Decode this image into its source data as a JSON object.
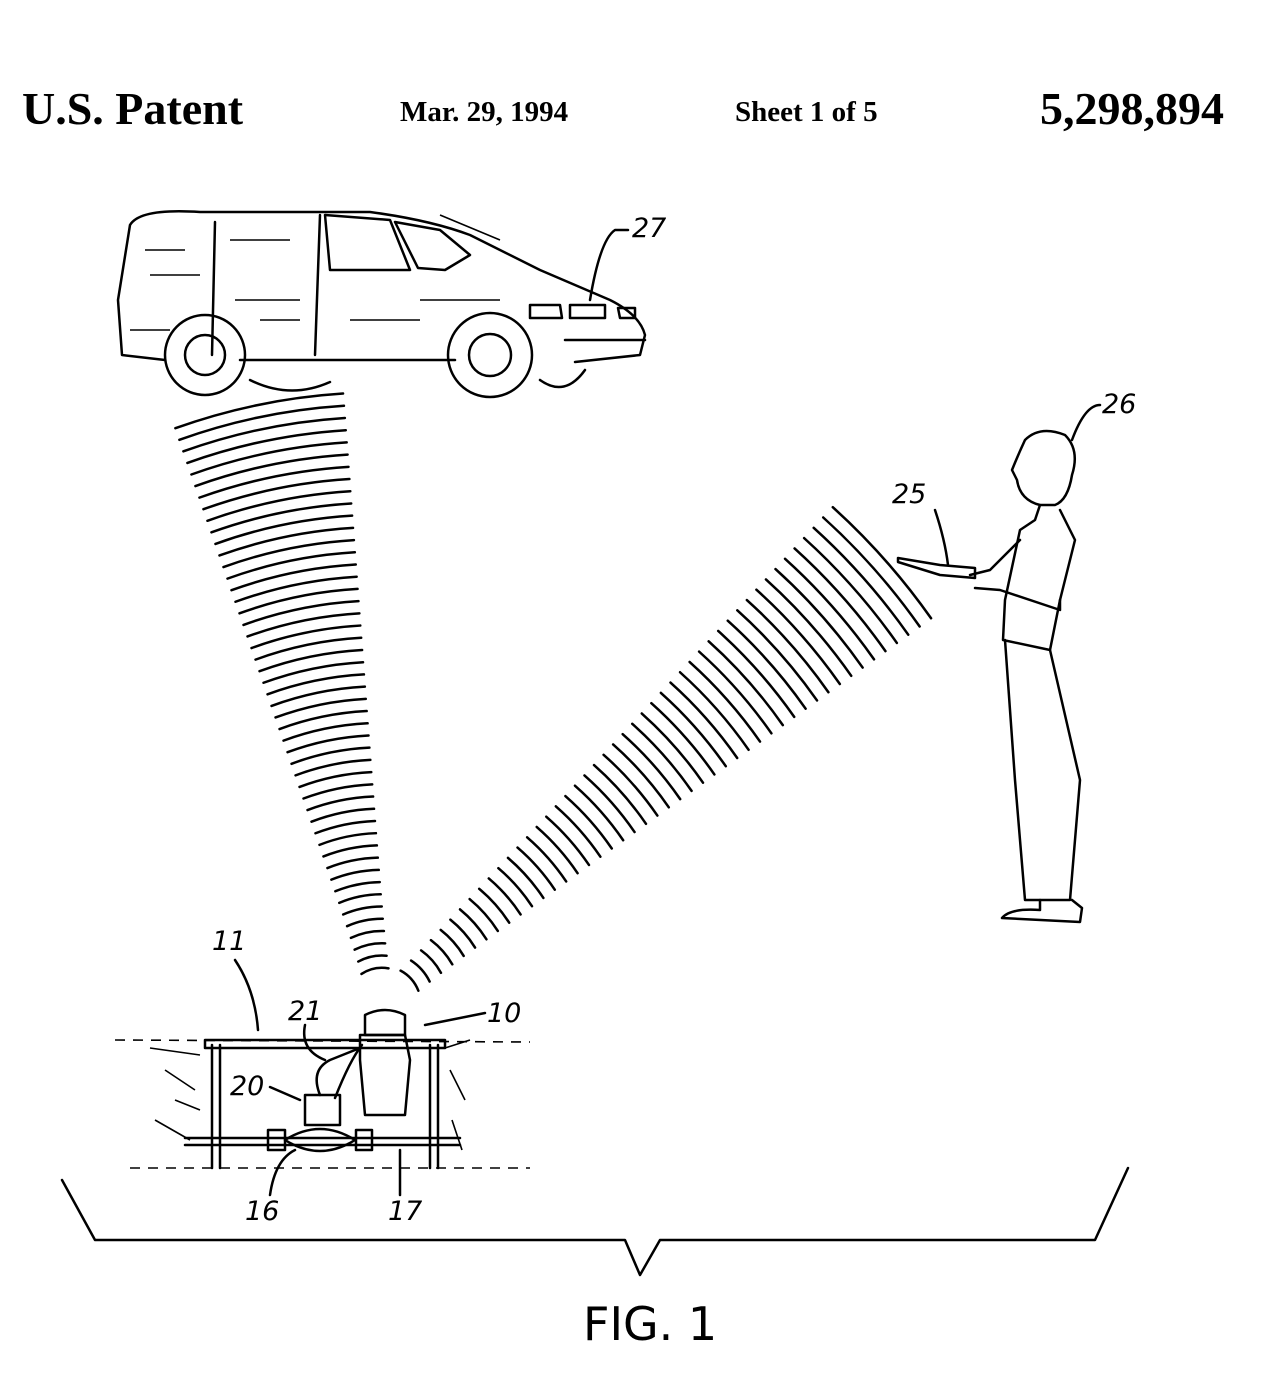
{
  "header": {
    "title": "U.S. Patent",
    "date": "Mar. 29, 1994",
    "sheet": "Sheet 1 of 5",
    "patent_number": "5,298,894"
  },
  "figure": {
    "caption": "FIG. 1",
    "labels": {
      "vehicle": "27",
      "person": "26",
      "handheld_reader": "25",
      "pit": "11",
      "wire": "21",
      "transmitter": "10",
      "register": "20",
      "meter": "16",
      "pipe": "17"
    }
  }
}
